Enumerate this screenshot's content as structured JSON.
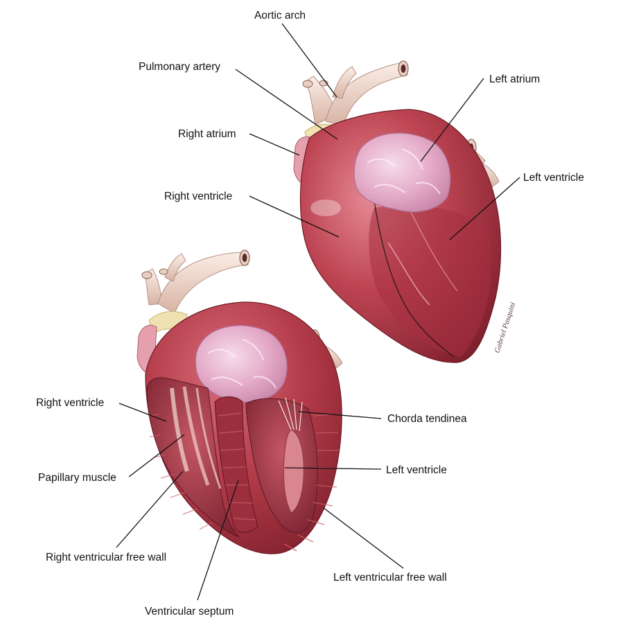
{
  "labels": {
    "aortic_arch": "Aortic arch",
    "pulmonary_artery": "Pulmonary artery",
    "left_atrium": "Left atrium",
    "right_atrium": "Right atrium",
    "left_ventricle_external": "Left ventricle",
    "right_ventricle_external": "Right ventricle",
    "right_ventricle_section": "Right ventricle",
    "chorda_tendinea": "Chorda tendinea",
    "papillary_muscle": "Papillary muscle",
    "left_ventricle_section": "Left ventricle",
    "right_ventricular_free_wall": "Right ventricular free wall",
    "left_ventricular_free_wall": "Left ventricular free wall",
    "ventricular_septum": "Ventricular septum"
  },
  "signature": "Gabriel Pasquini",
  "colors": {
    "myocardium": "#b53a48",
    "myocardium_light": "#d8737c",
    "myocardium_dark": "#7e1f2c",
    "vessel": "#f2dcd0",
    "vessel_shadow": "#c9a295",
    "atrium": "#e8b6cf",
    "fat": "#efe1b0",
    "cavity": "#9c3543",
    "label_text": "#111111"
  }
}
